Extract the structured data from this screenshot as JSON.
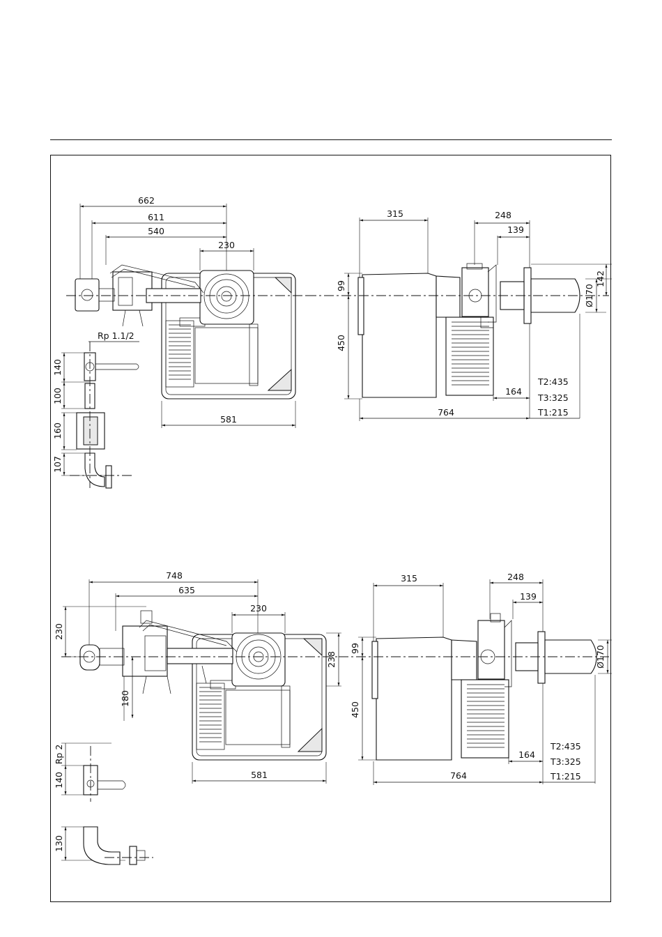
{
  "views": {
    "top_left": {
      "dims": {
        "d662": "662",
        "d611": "611",
        "d540": "540",
        "d230": "230",
        "d581": "581"
      },
      "gas_train": {
        "thread": "Rp  1.1/2",
        "d140": "140",
        "d100": "100",
        "d160": "160",
        "d107": "107"
      }
    },
    "top_right": {
      "dims": {
        "d315": "315",
        "d248": "248",
        "d139": "139",
        "d99": "99",
        "d450": "450",
        "d142": "142",
        "d170": "Ø170",
        "d164": "164",
        "d764": "764"
      },
      "tubes": {
        "t2": "T2:435",
        "t3": "T3:325",
        "t1": "T1:215"
      }
    },
    "bottom_left": {
      "dims": {
        "d748": "748",
        "d635": "635",
        "d230w": "230",
        "d230h": "230",
        "d238": "238",
        "d180": "180",
        "d581": "581"
      },
      "gas_train": {
        "thread": "Rp  2",
        "d140": "140",
        "d130": "130"
      }
    },
    "bottom_right": {
      "dims": {
        "d315": "315",
        "d248": "248",
        "d139": "139",
        "d99": "99",
        "d450": "450",
        "d170": "Ø170",
        "d164": "164",
        "d764": "764"
      },
      "tubes": {
        "t2": "T2:435",
        "t3": "T3:325",
        "t1": "T1:215"
      }
    }
  }
}
